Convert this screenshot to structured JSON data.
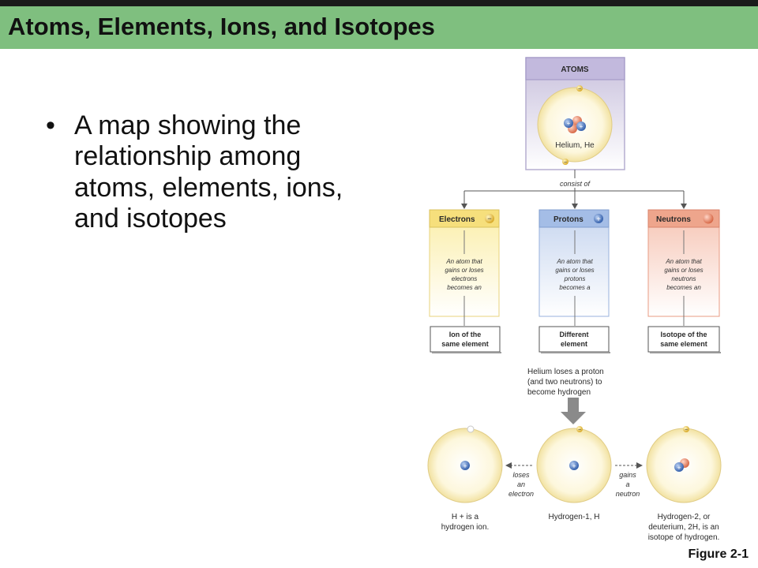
{
  "slide": {
    "title": "Atoms, Elements, Ions, and Isotopes",
    "bullet": "A map showing the relationship among atoms, elements, ions, and isotopes",
    "figure_label": "Figure 2-1"
  },
  "diagram": {
    "atoms_header": "ATOMS",
    "helium_label": "Helium, He",
    "consist_of": "consist of",
    "columns": [
      {
        "header": "Electrons",
        "particle": "electron",
        "desc": [
          "An atom that",
          "gains or loses",
          "electrons",
          "becomes an"
        ],
        "result": [
          "Ion of the",
          "same element"
        ],
        "color": "#f7e08a"
      },
      {
        "header": "Protons",
        "particle": "proton",
        "desc": [
          "An atom that",
          "gains or loses",
          "protons",
          "becomes a"
        ],
        "result": [
          "Different",
          "element"
        ],
        "color": "#a9c2e6"
      },
      {
        "header": "Neutrons",
        "particle": "neutron",
        "desc": [
          "An atom that",
          "gains or loses",
          "neutrons",
          "becomes an"
        ],
        "result": [
          "Isotope of the",
          "same element"
        ],
        "color": "#f0a78e"
      }
    ],
    "helium_note": [
      "Helium loses a proton",
      "(and two neutrons) to",
      "become hydrogen"
    ],
    "loses_electron": [
      "loses",
      "an",
      "electron"
    ],
    "gains_neutron": [
      "gains",
      "a",
      "neutron"
    ],
    "h_ion_label": [
      "H + is a",
      "hydrogen ion."
    ],
    "hydrogen1_label": "Hydrogen-1, H",
    "hydrogen2_label": [
      "Hydrogen-2, or",
      "deuterium, 2H, is an",
      "isotope of hydrogen."
    ],
    "plus_sign": "+",
    "minus_sign": "−"
  }
}
